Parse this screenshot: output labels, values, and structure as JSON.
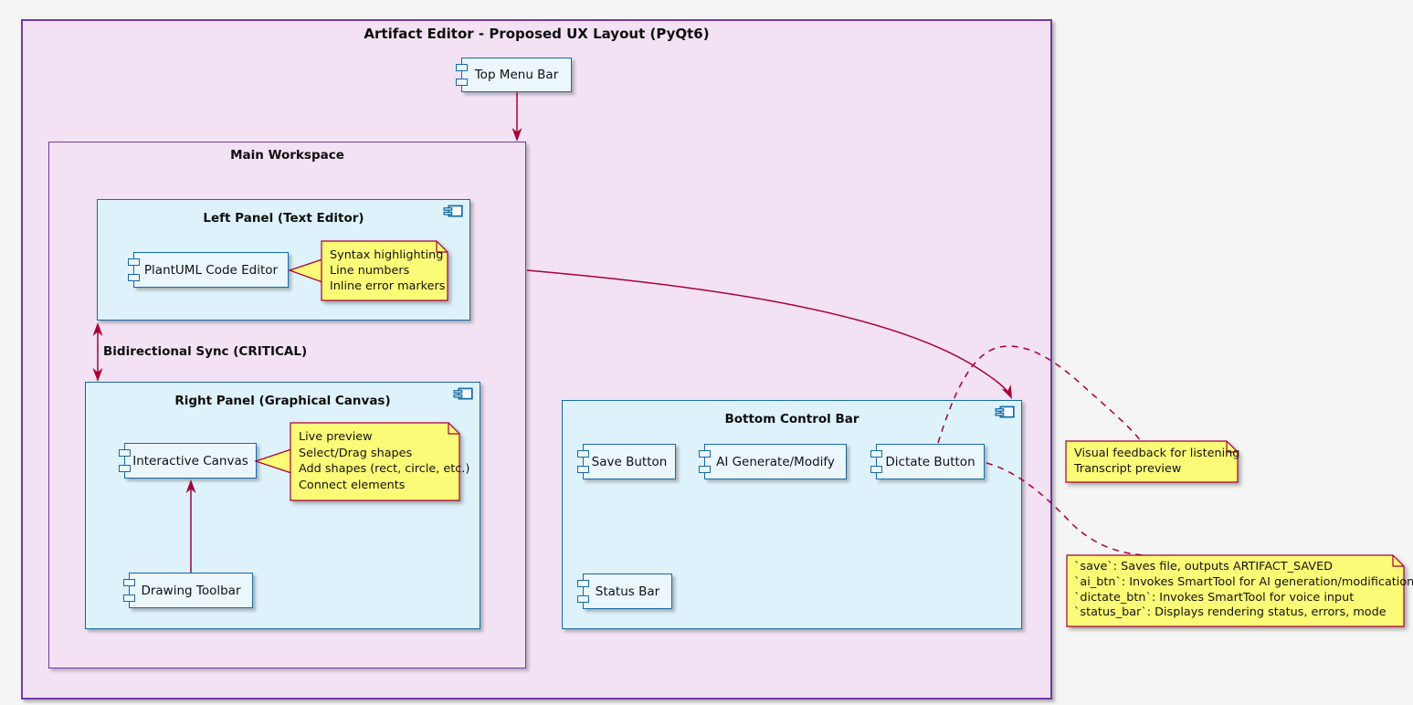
{
  "title": "Artifact Editor - Proposed UX Layout (PyQt6)",
  "colors": {
    "arrow": "#A80036",
    "note_fill": "#FBFB77",
    "note_border": "#A80036",
    "panel_fill": "#DEF2FC",
    "panel_border": "#1769A5",
    "component_fill": "#EBF7FD",
    "frame_fill": "#F3E2F4",
    "frame_border": "#7239A8",
    "page_background": "#F5F5F5"
  },
  "containers": {
    "main_workspace": "Main Workspace",
    "left_panel": "Left Panel (Text Editor)",
    "right_panel": "Right Panel (Graphical Canvas)",
    "bottom_control_bar": "Bottom Control Bar"
  },
  "components": {
    "top_menu_bar": "Top Menu Bar",
    "plantuml_code_editor": "PlantUML Code Editor",
    "interactive_canvas": "Interactive Canvas",
    "drawing_toolbar": "Drawing Toolbar",
    "save_button": "Save Button",
    "ai_generate_modify": "AI Generate/Modify",
    "dictate_button": "Dictate Button",
    "status_bar": "Status Bar"
  },
  "edges": {
    "sync_label": "Bidirectional Sync (CRITICAL)"
  },
  "notes": {
    "editor_features": {
      "lines": [
        "Syntax highlighting",
        "Line numbers",
        "Inline error markers"
      ]
    },
    "canvas_features": {
      "lines": [
        "Live preview",
        "Select/Drag shapes",
        "Add shapes (rect, circle, etc.)",
        "Connect elements"
      ]
    },
    "listening_feedback": {
      "lines": [
        "Visual feedback for listening",
        "Transcript preview"
      ]
    },
    "widget_behaviors": {
      "lines": [
        "`save`: Saves file, outputs ARTIFACT_SAVED",
        "`ai_btn`: Invokes SmartTool for AI generation/modification",
        "`dictate_btn`: Invokes SmartTool for voice input",
        "`status_bar`: Displays rendering status, errors, mode"
      ]
    }
  }
}
